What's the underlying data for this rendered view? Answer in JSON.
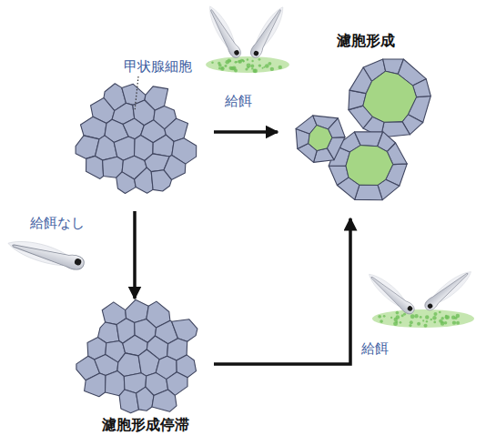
{
  "diagram": {
    "nodes": [
      {
        "text": [
          "甲状腺細胞"
        ]
      },
      {
        "text": [
          "濾胞形成"
        ]
      },
      {
        "text": [
          "濾胞形成停滞"
        ]
      }
    ],
    "edges": [
      {
        "from": 0,
        "to": 1,
        "arrow": "to",
        "label": "給餌"
      },
      {
        "from": 0,
        "to": 2,
        "arrow": "to",
        "label": "給餌なし"
      },
      {
        "from": 2,
        "to": 1,
        "arrow": "to",
        "label": "給餌"
      }
    ]
  }
}
